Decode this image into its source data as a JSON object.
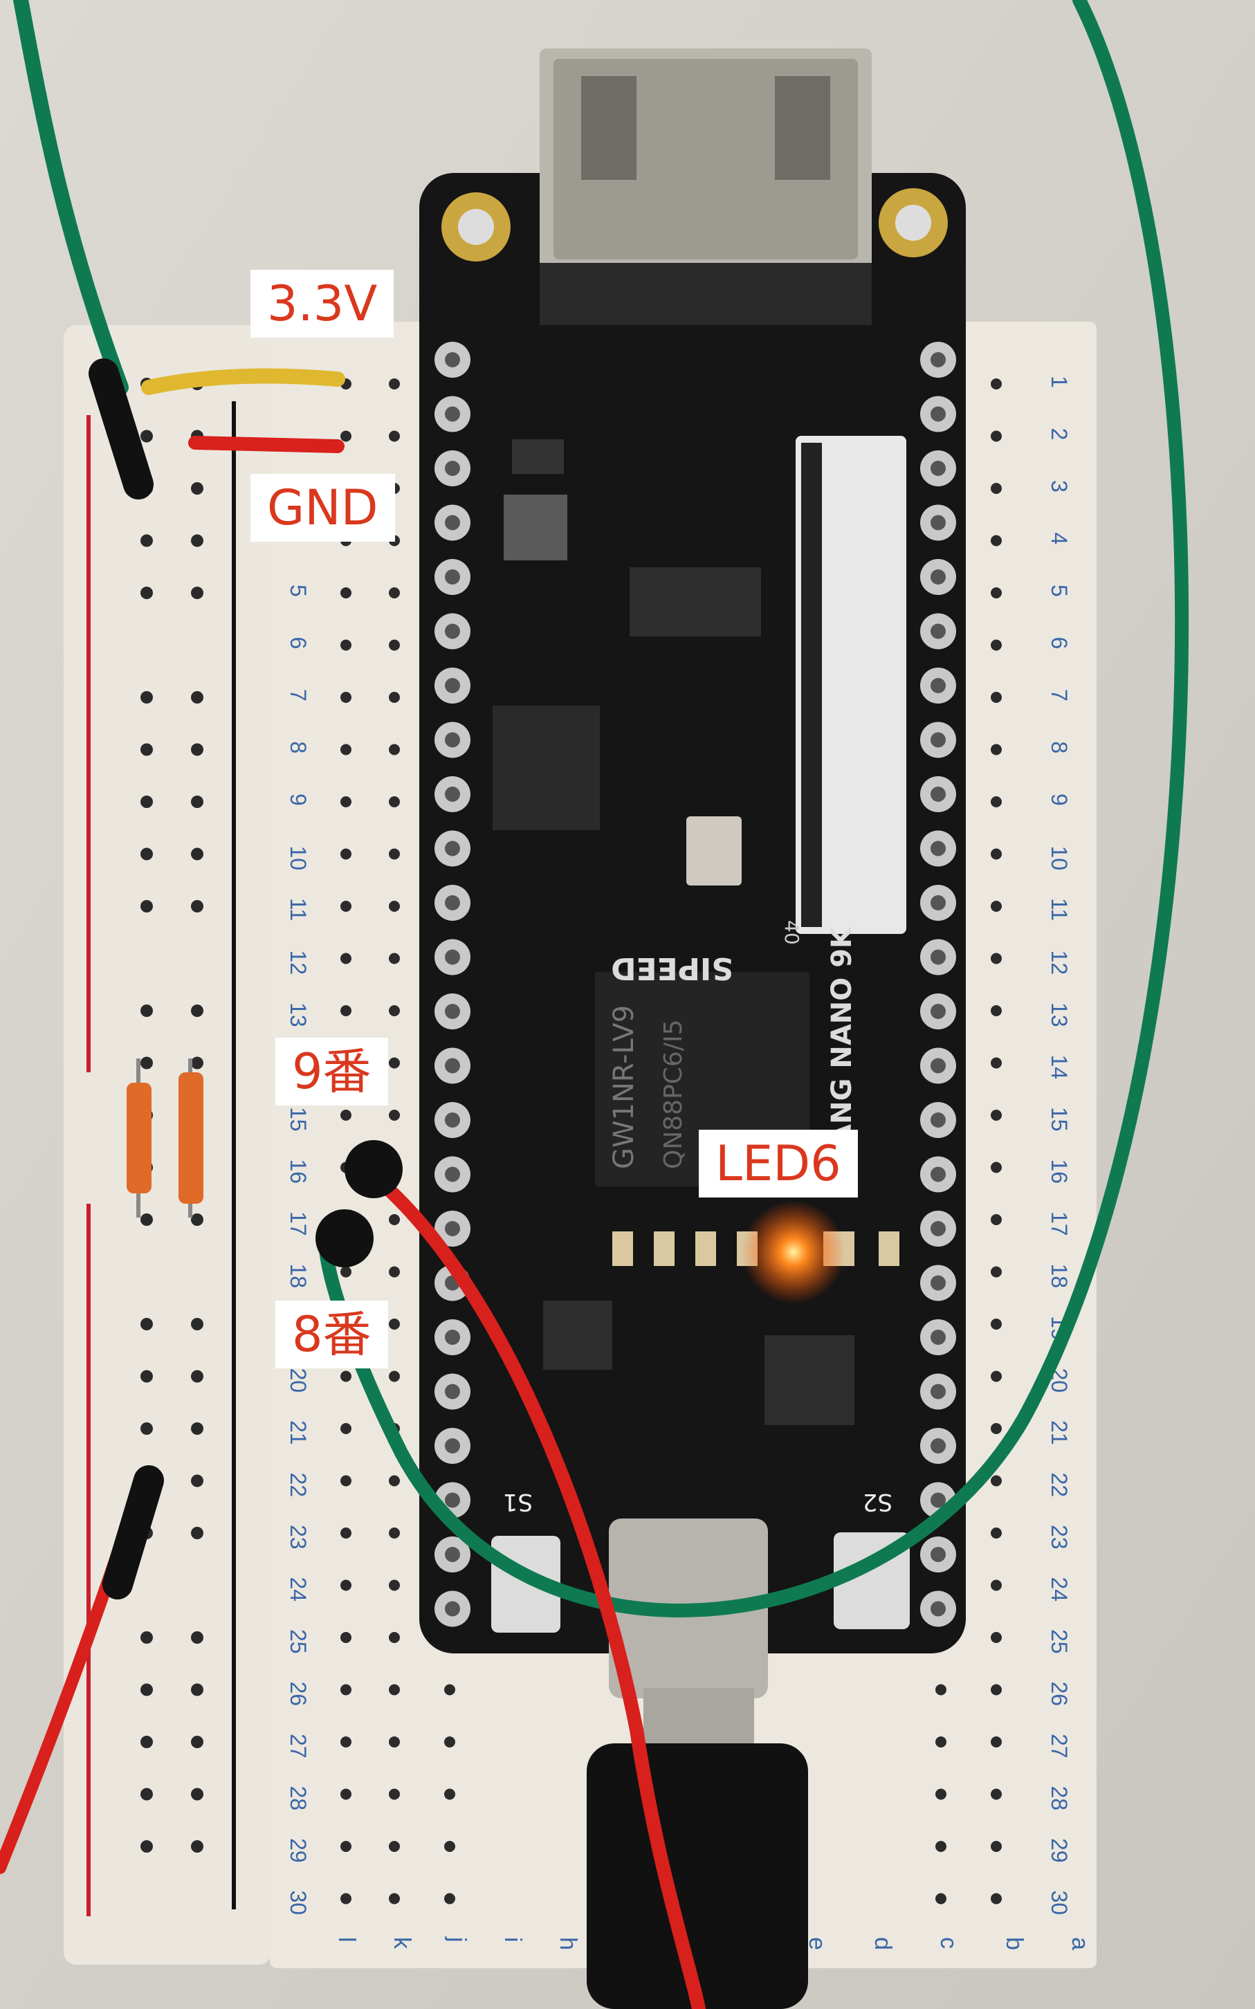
{
  "annotations": {
    "label_3v3": "3.3V",
    "label_gnd": "GND",
    "label_pin9": "9番",
    "label_led6": "LED6",
    "label_pin8": "8番"
  },
  "breadboard": {
    "row_numbers": [
      "1",
      "2",
      "3",
      "4",
      "5",
      "6",
      "7",
      "8",
      "9",
      "10",
      "11",
      "12",
      "13",
      "14",
      "15",
      "16",
      "17",
      "18",
      "19",
      "20",
      "21",
      "22",
      "23",
      "24",
      "25",
      "26",
      "27",
      "28",
      "29",
      "30"
    ],
    "left_columns": [
      "l",
      "k",
      "j",
      "i",
      "h"
    ],
    "right_columns": [
      "e",
      "d",
      "c",
      "b",
      "a"
    ]
  },
  "board": {
    "fpga_marking": "GW1NR-LV9",
    "fpga_marking_2": "QN88PC6/I5",
    "brand": "SIPEED",
    "model": "TANG NANO 9K",
    "button_left": "S1",
    "button_right": "S2",
    "connector_pin": "40"
  },
  "colors": {
    "label_text": "#d9381e",
    "board": "#151515",
    "breadboard": "#ece8df",
    "rail_red": "#c8202a",
    "wire_green": "#0f7a52",
    "wire_red": "#d8201c",
    "led_glow": "#ff6a10",
    "pin_gold": "#c9a640"
  }
}
